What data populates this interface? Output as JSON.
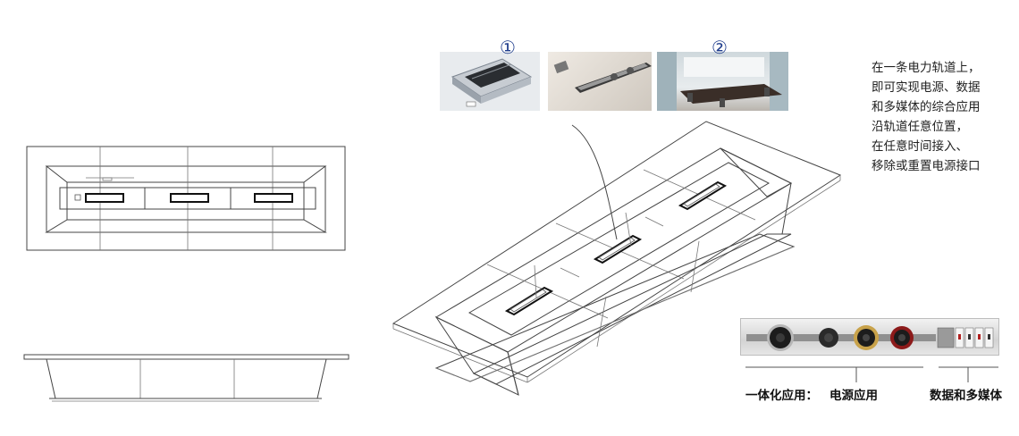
{
  "markers": {
    "first": "①",
    "second": "②"
  },
  "description": [
    "在一条电力轨道上，",
    "即可实现电源、数据",
    "和多媒体的综合应用",
    "沿轨道任意位置，",
    "在任意时间接入、",
    "移除或重置电源接口"
  ],
  "panel_labels": {
    "integrated": "一体化应用：",
    "power": "电源应用",
    "data_media": "数据和多媒体"
  },
  "colors": {
    "marker": "#1f3d8c",
    "rail": "#c9c9c9",
    "socket_ring_gold": "#c8a24a",
    "socket_ring_red": "#8c1a1a"
  }
}
